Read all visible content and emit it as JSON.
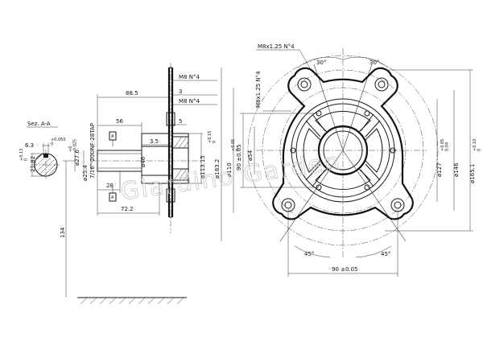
{
  "section_view": {
    "title": "Sez. A-A",
    "dim_keyway_width": "6.3",
    "dim_keyway_tol": "+0.050\n0",
    "dim_shaft_key": "21.82",
    "dim_shaft_key_tol": "+0.13\n0"
  },
  "side_view": {
    "label_m8_top": "M8 N°4",
    "label_3": "3",
    "label_m8_bottom": "M8 N°4",
    "dim_88_5": "88.5",
    "dim_56": "56",
    "dim_5": "5",
    "dim_3_5": "3.5",
    "dim_28": "28",
    "dim_72_2": "72.2",
    "dim_134": "134",
    "dim_phi_27_6": "ø27.6",
    "dim_phi_27_6_tol": "+0\n-0.025",
    "dim_phi_25_4": "ø25.4",
    "dim_thread": "7/16\"-20UNF-28TAP",
    "dim_phi_46": "ø46",
    "dim_phi_113_15": "ø113.15",
    "dim_phi_113_15_tol": "+0.15\n0",
    "dim_phi_183_2": "ø183.2",
    "section_marker": "A"
  },
  "front_view": {
    "label_m8x125_top": "M8x1.25 N°4",
    "label_m8x125_left": "M8x1.25 N°4",
    "angle_left": "30°",
    "angle_right": "30°",
    "angle_bottom_left": "45°",
    "angle_bottom_right": "45°",
    "dim_90_vertical": "90 ±0.05",
    "dim_phi_54": "ø54",
    "dim_phi_110": "ø110",
    "dim_phi_110_tol": "+0.05\n0",
    "dim_phi_127": "ø127",
    "dim_phi_127_tol": "+0.05\n0.04",
    "dim_phi_146": "ø146",
    "dim_phi_165_1": "ø165.1",
    "dim_phi_165_1_tol": "+0.10\n0",
    "dim_90_horizontal": "90 ±0.05"
  },
  "watermark": "Giardino Garden"
}
